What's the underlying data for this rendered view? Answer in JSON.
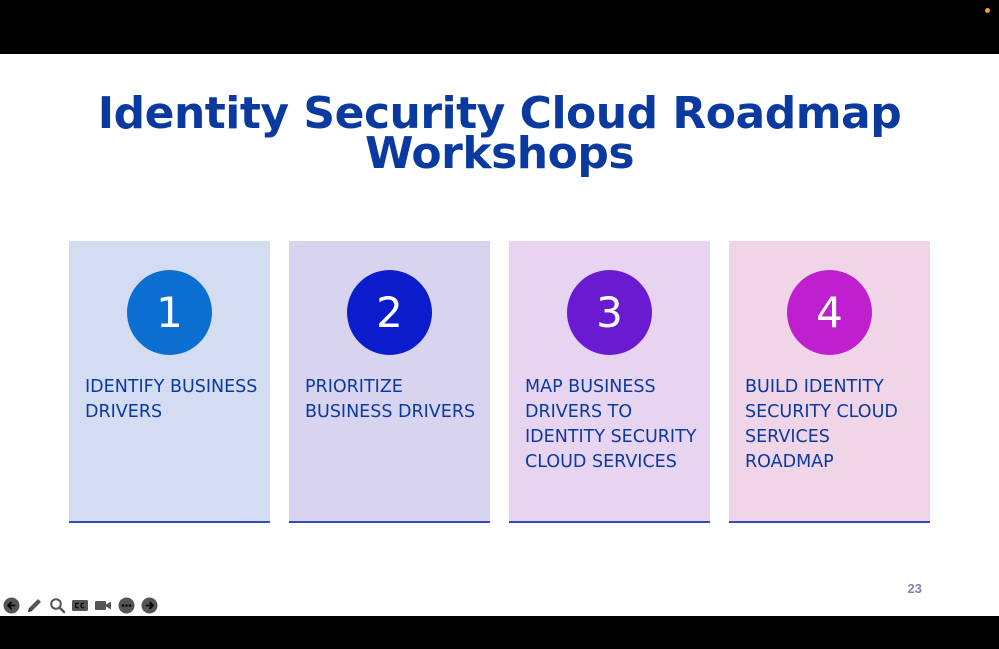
{
  "slide": {
    "title_line1": "Identity Security Cloud Roadmap",
    "title_line2": "Workshops",
    "page_number": "23",
    "cards": [
      {
        "number": "1",
        "label": "IDENTIFY BUSINESS\nDRIVERS",
        "bg": "#d3dcf0",
        "circle": "#0a6fd0"
      },
      {
        "number": "2",
        "label": "PRIORITIZE\nBUSINESS DRIVERS",
        "bg": "#d8d4f0",
        "circle": "#0b1ccc"
      },
      {
        "number": "3",
        "label": "MAP BUSINESS\nDRIVERS TO\nIDENTITY SECURITY\nCLOUD SERVICES",
        "bg": "#e6d4f0",
        "circle": "#6a1ad0"
      },
      {
        "number": "4",
        "label": "BUILD IDENTITY\nSECURITY CLOUD\nSERVICES\nROADMAP",
        "bg": "#f0d4e8",
        "circle": "#c01fd0"
      }
    ]
  },
  "controls": {
    "icons": [
      "back-arrow-icon",
      "pen-icon",
      "zoom-icon",
      "captions-icon",
      "camera-icon",
      "more-icon",
      "forward-arrow-icon"
    ]
  },
  "colors": {
    "title": "#0a3aa0",
    "label": "#0a3aa0",
    "page_number": "#7a86b0"
  }
}
